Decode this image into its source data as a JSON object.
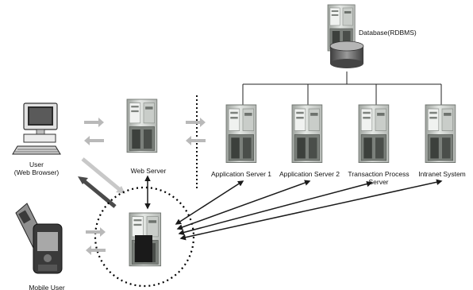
{
  "diagram": {
    "nodes": {
      "database": {
        "label": "Database(RDBMS)",
        "icon": "database-server-icon"
      },
      "user": {
        "label_line1": "User",
        "label_line2": "(Web Browser)",
        "icon": "desktop-computer-icon"
      },
      "web_server": {
        "label": "Web Server",
        "icon": "server-tower-icon"
      },
      "app_server_1": {
        "label": "Application Server 1",
        "icon": "server-tower-icon"
      },
      "app_server_2": {
        "label": "Application Server 2",
        "icon": "server-tower-icon"
      },
      "transaction_server": {
        "label_line1": "Transaction Process",
        "label_line2": "Server",
        "icon": "server-tower-icon"
      },
      "intranet": {
        "label": "Intranet System",
        "icon": "server-tower-icon"
      },
      "gateway": {
        "label": "",
        "icon": "gateway-server-icon"
      },
      "mobile_user": {
        "label": "Mobile User",
        "icon": "mobile-phone-icon"
      }
    },
    "colors": {
      "server_body": "#d8dcd8",
      "server_dark": "#555a55",
      "arrow_gray": "#b9b9b9",
      "arrow_dark": "#1a1a1a",
      "highlight_circle": "#000000"
    }
  }
}
